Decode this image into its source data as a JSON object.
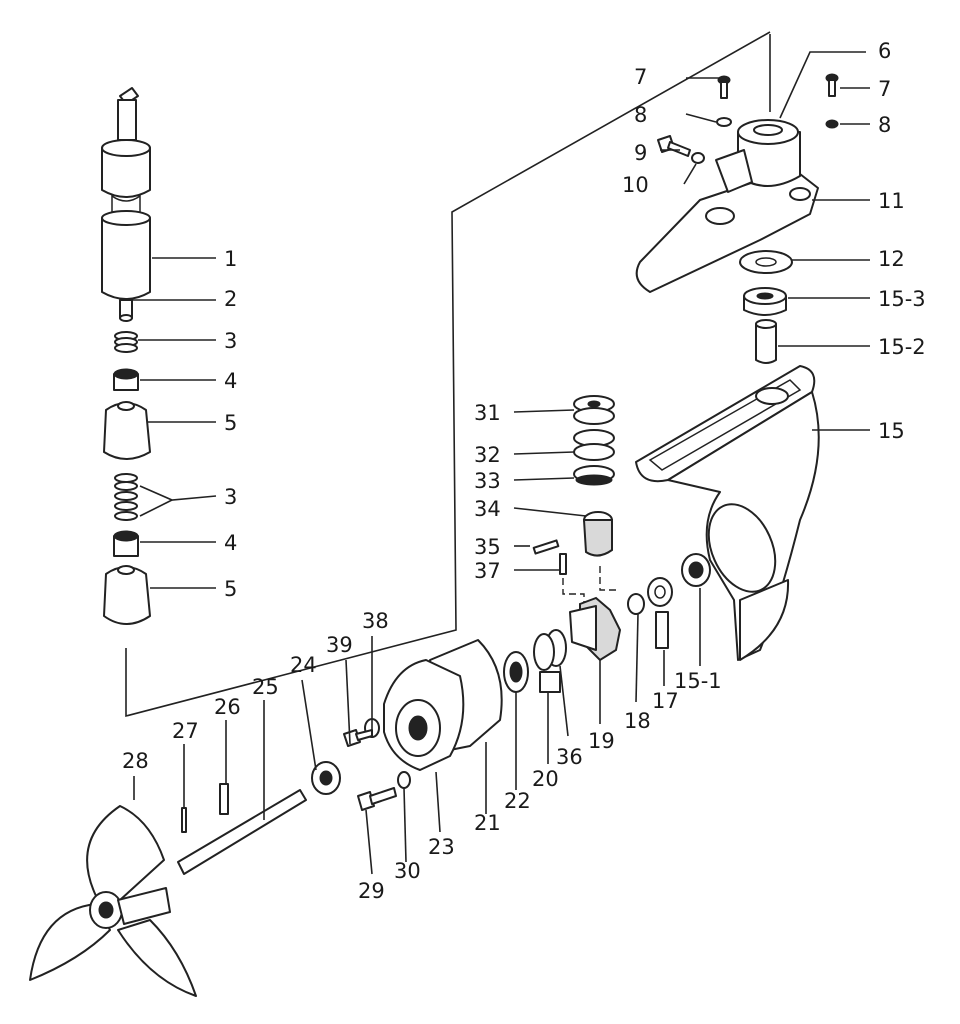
{
  "callouts": {
    "c1": "1",
    "c2": "2",
    "c3a": "3",
    "c4a": "4",
    "c5a": "5",
    "c3b": "3",
    "c4b": "4",
    "c5b": "5",
    "c6": "6",
    "c7a": "7",
    "c7b": "7",
    "c8a": "8",
    "c8b": "8",
    "c9": "9",
    "c10": "10",
    "c11": "11",
    "c12": "12",
    "c15_3": "15-3",
    "c15_2": "15-2",
    "c15": "15",
    "c15_1": "15-1",
    "c17": "17",
    "c18": "18",
    "c19": "19",
    "c20": "20",
    "c21": "21",
    "c22": "22",
    "c23": "23",
    "c24": "24",
    "c25": "25",
    "c26": "26",
    "c27": "27",
    "c28": "28",
    "c29": "29",
    "c30": "30",
    "c31": "31",
    "c32": "32",
    "c33": "33",
    "c34": "34",
    "c35": "35",
    "c36": "36",
    "c37": "37",
    "c38": "38",
    "c39": "39"
  }
}
